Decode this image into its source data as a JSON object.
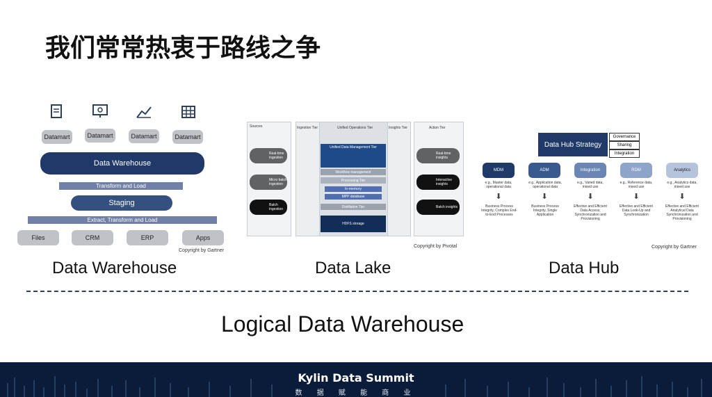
{
  "title": "我们常常热衷于路线之争",
  "subtitle": "Logical Data Warehouse",
  "footer": {
    "title": "Kylin Data Summit",
    "subtitle": "数 据 赋 能 商 业"
  },
  "panels": {
    "dw": {
      "caption": "Data Warehouse",
      "copyright": "Copyright by Gartner",
      "datamarts": [
        "Datamart",
        "Datamart",
        "Datamart",
        "Datamart"
      ],
      "icons": [
        "document-icon",
        "monitor-icon",
        "chart-icon",
        "table-icon"
      ],
      "warehouse": "Data Warehouse",
      "transform_load": "Transform and Load",
      "staging": "Staging",
      "extract": "Extract, Transform and Load",
      "sources": [
        "Files",
        "CRM",
        "ERP",
        "Apps"
      ]
    },
    "lake": {
      "caption": "Data Lake",
      "copyright": "Copyright by Pivotal",
      "headers": {
        "sources": "Sources",
        "ingestion": "Ingestion Tier",
        "unified_ops": "Unified Operations Tier",
        "insights": "Insights Tier",
        "action": "Action Tier"
      },
      "sources": [
        "Real-time ingestion",
        "Micro batch ingestion",
        "Batch ingestion"
      ],
      "actions": [
        "Real-time insights",
        "Interactive insights",
        "Batch insights"
      ],
      "udm": "Unified Data Management Tier",
      "workflow": "Workflow management",
      "processing": "Processing Tier",
      "inmemory": "In-memory",
      "mpp": "MPP database",
      "distillation": "Distillation Tier",
      "hdfs": "HDFS storage"
    },
    "hub": {
      "caption": "Data Hub",
      "copyright": "Copyright by Gartner",
      "strategy": "Data Hub Strategy",
      "governance": [
        "Governance",
        "Sharing",
        "Integration"
      ],
      "hubs": [
        {
          "name": "MDM",
          "desc": "e.g., Master data, operational data",
          "use": "Business Process Integrity, Complex End-to-End Processes"
        },
        {
          "name": "ADM",
          "desc": "e.g., Application data, operational data",
          "use": "Business Process Integrity, Single Application"
        },
        {
          "name": "Integration",
          "desc": "e.g., Varied data, mixed use",
          "use": "Effective and Efficient Data Access, Synchronization and Provisioning"
        },
        {
          "name": "RDM",
          "desc": "e.g., Reference data, mixed use",
          "use": "Effective and Efficient Data Look-Up and Synchronization"
        },
        {
          "name": "Analytics",
          "desc": "e.g., Analytics data, mixed use",
          "use": "Effective and Efficient Analytical Data Synchronization and Provisioning"
        }
      ]
    }
  },
  "colors": {
    "navy": "#1f3a68",
    "footer": "#0b1c3a",
    "gray": "#bfc3c7"
  }
}
